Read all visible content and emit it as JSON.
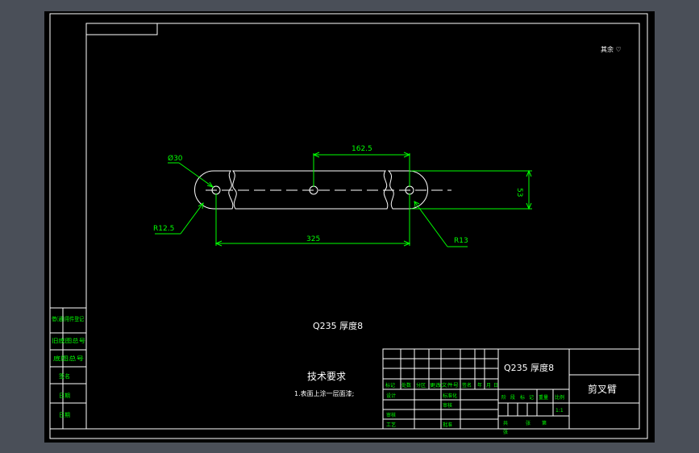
{
  "colors": {
    "viewport_bg": "#4a4f58",
    "paper": "#000000",
    "frame": "#ffffff",
    "dimension": "#00ff00",
    "text": "#ffffff"
  },
  "drawing": {
    "roughness_mark": "其余 ♡",
    "dimensions": {
      "hole_dia": "Ø30",
      "center_spacing_half": "162.5",
      "height": "53",
      "radius_left": "R12.5",
      "radius_right": "R13",
      "overall_length": "325"
    },
    "material_note": "Q235  厚度8",
    "tech_req_title": "技术要求",
    "tech_req_item": "1.表面上涂一层面漆;"
  },
  "side_table": {
    "rows": [
      "借(通)用件登记",
      "旧底图总号",
      "底图总号",
      "签名",
      "日期",
      "日期"
    ]
  },
  "title_block": {
    "material": "Q235  厚度8",
    "part_name": "剪叉臂",
    "header_row": [
      "标记",
      "处数",
      "分区",
      "更改文件号",
      "签名",
      "年",
      "月",
      "日"
    ],
    "left_labels": [
      "设计",
      "审核",
      "工艺"
    ],
    "mid_labels": [
      "标准化",
      "审核",
      "批准"
    ],
    "stage_labels": [
      "阶",
      "段",
      "标",
      "记",
      "重量",
      "比例"
    ],
    "scale": "1:1",
    "sheet_label": [
      "共",
      "张",
      "第",
      "张"
    ]
  }
}
